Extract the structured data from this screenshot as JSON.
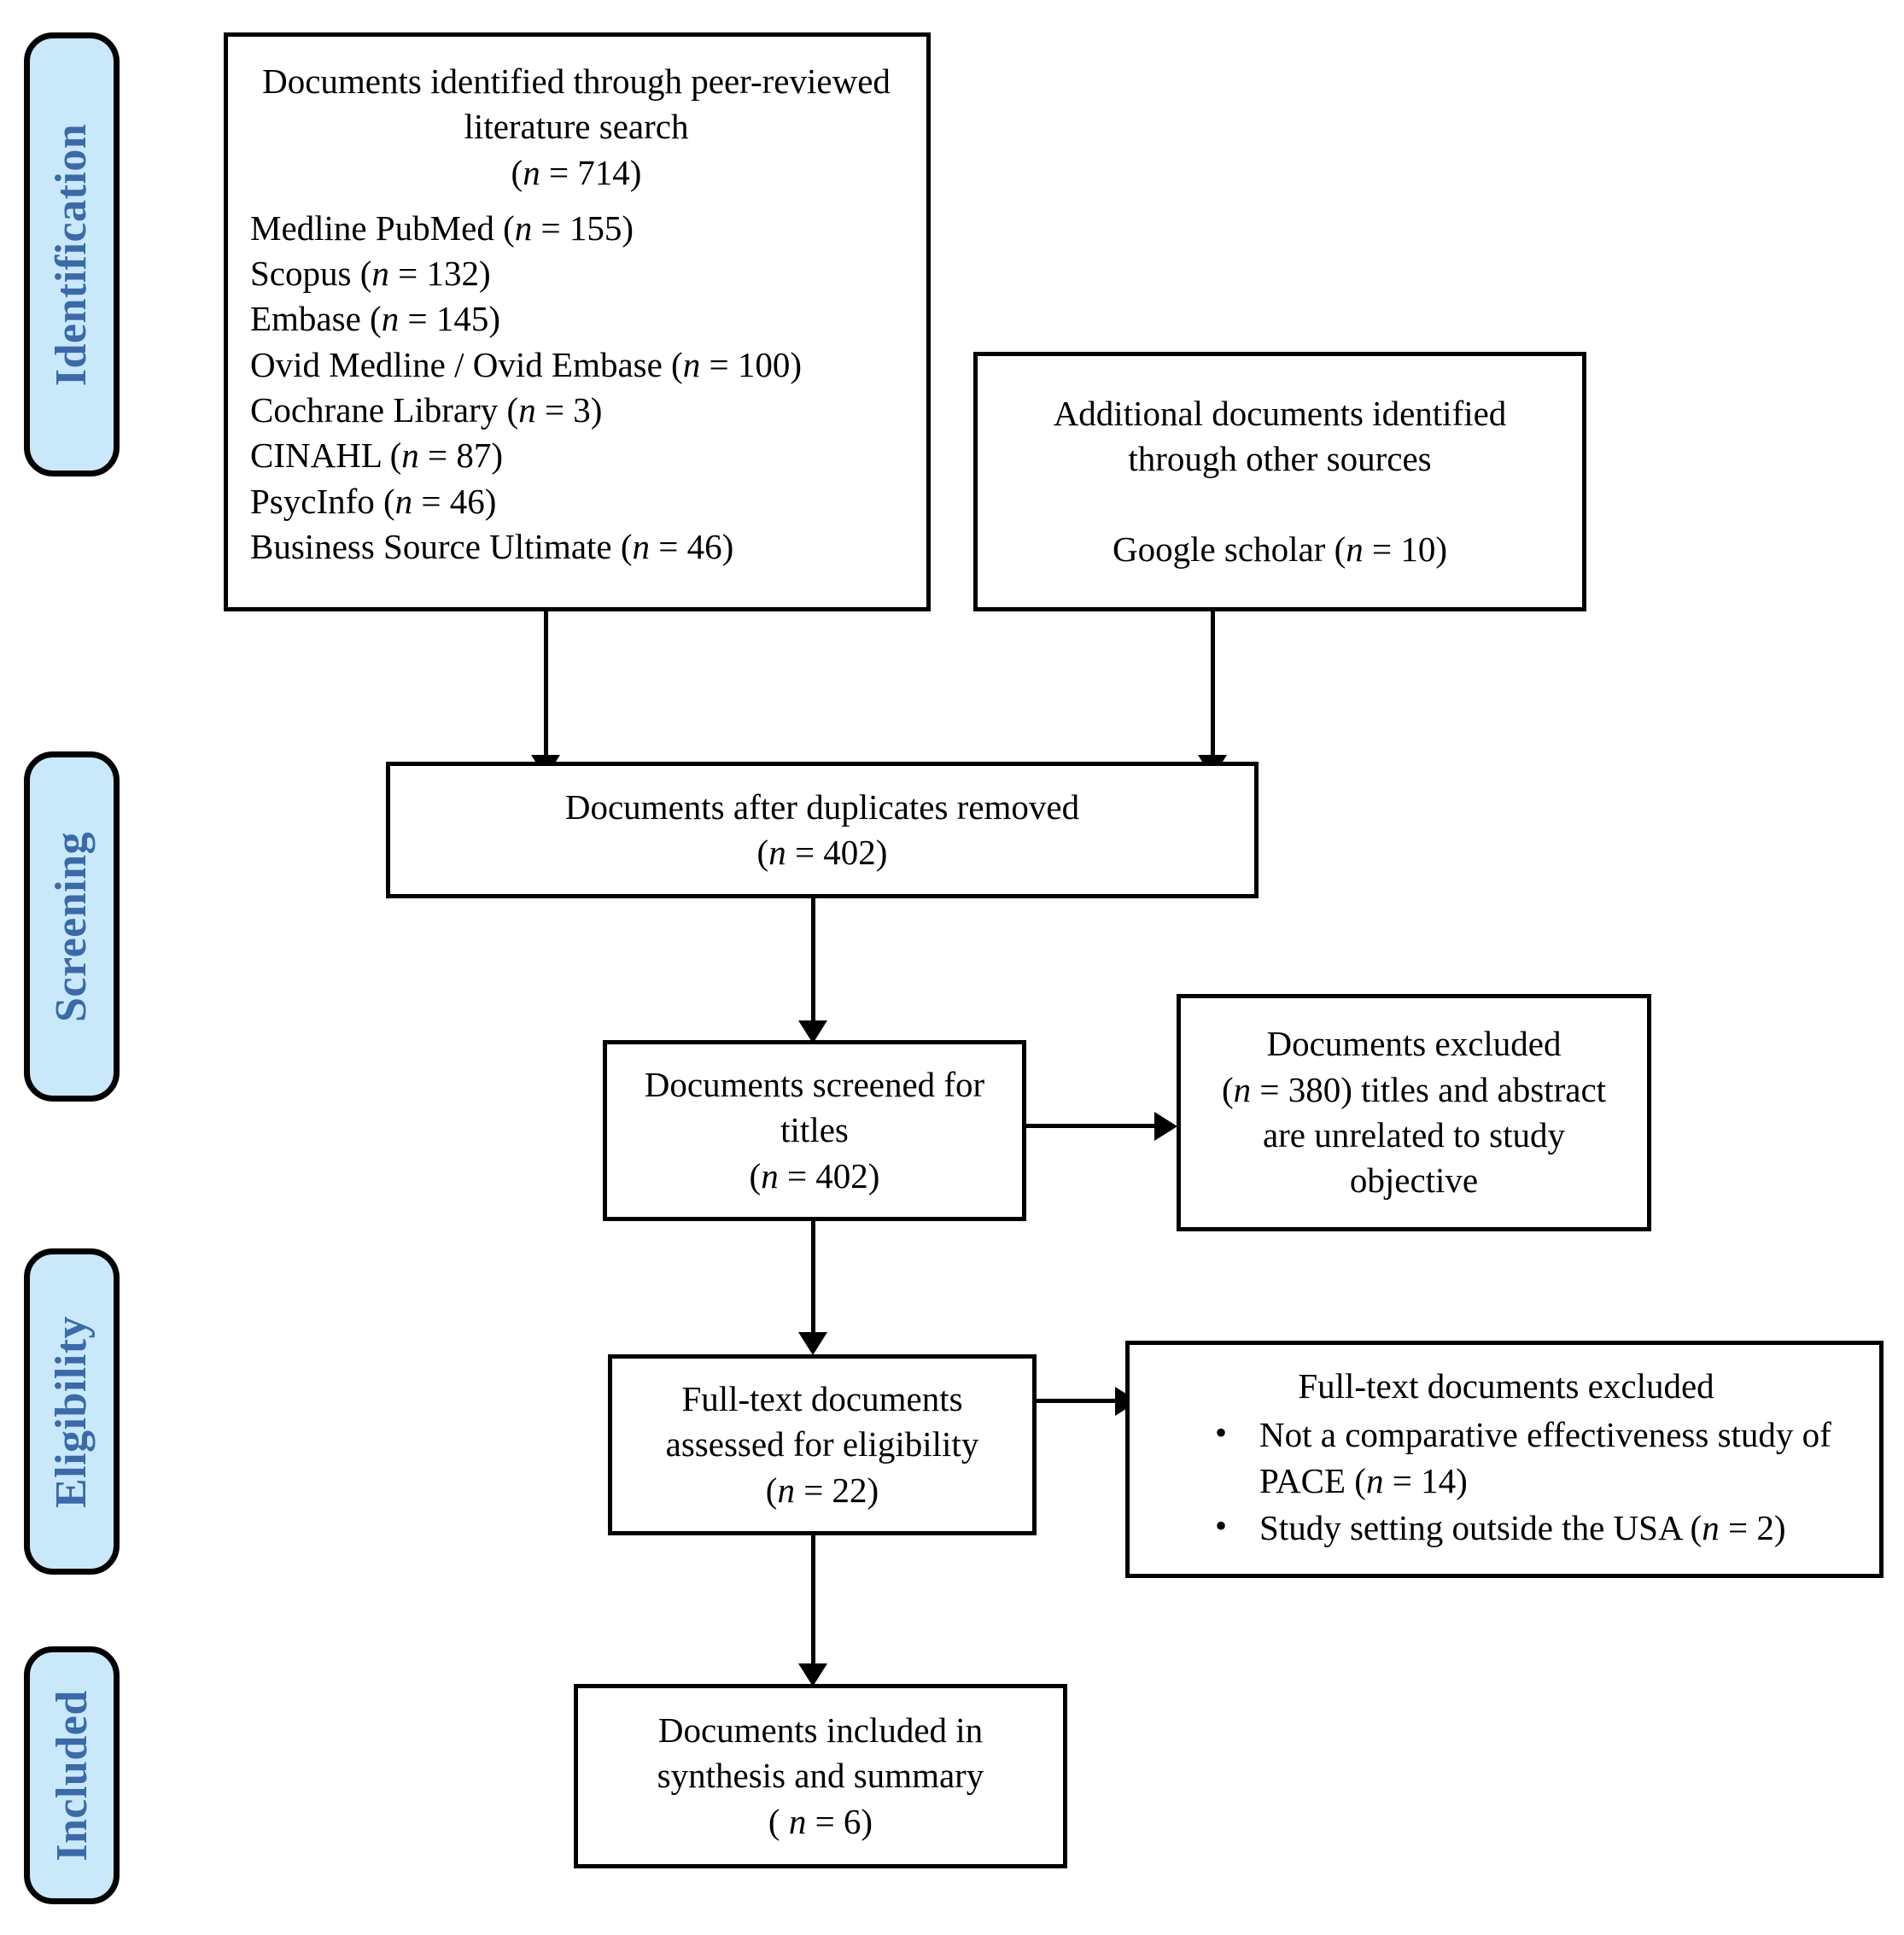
{
  "diagram": {
    "title": "PRISMA flow diagram",
    "accent_fill": "#c9e9fb",
    "accent_text": "#3a6aaa",
    "line_color": "#000000"
  },
  "stages": [
    {
      "id": "identification",
      "label": "Identification"
    },
    {
      "id": "screening",
      "label": "Screening"
    },
    {
      "id": "eligibility",
      "label": "Eligibility"
    },
    {
      "id": "included",
      "label": "Included"
    }
  ],
  "boxes": {
    "identified": {
      "heading_line1": "Documents identified through peer-reviewed",
      "heading_line2": "literature search",
      "heading_count": "(n = 714)",
      "sources": [
        "Medline PubMed (n = 155)",
        "Scopus (n = 132)",
        "Embase (n = 145)",
        "Ovid Medline / Ovid Embase (n = 100)",
        "Cochrane Library (n = 3)",
        "CINAHL (n = 87)",
        "PsycInfo (n = 46)",
        "Business Source Ultimate (n = 46)"
      ]
    },
    "additional": {
      "line1": "Additional documents identified",
      "line2": "through other sources",
      "line3": "Google scholar (n = 10)"
    },
    "duplicates_removed": {
      "line1": "Documents after duplicates removed",
      "line2": "(n = 402)"
    },
    "screened_titles": {
      "line1": "Documents screened for",
      "line2": "titles",
      "line3": "(n = 402)"
    },
    "excluded_titles": {
      "line1": "Documents excluded",
      "line2": "(n = 380) titles and abstract",
      "line3": "are unrelated to study",
      "line4": "objective"
    },
    "fulltext_assessed": {
      "line1": "Full-text documents",
      "line2": "assessed for eligibility",
      "line3": "(n = 22)"
    },
    "fulltext_excluded": {
      "heading": "Full-text documents excluded",
      "items": [
        "Not a comparative effectiveness study of PACE (n = 14)",
        "Study setting outside the USA (n = 2)"
      ]
    },
    "included_synthesis": {
      "line1": "Documents included in",
      "line2": "synthesis and summary",
      "line3": "( n = 6)"
    }
  },
  "counts": {
    "identified_total": 714,
    "medline_pubmed": 155,
    "scopus": 132,
    "embase": 145,
    "ovid": 100,
    "cochrane": 3,
    "cinahl": 87,
    "psycinfo": 46,
    "business_source_ultimate": 46,
    "google_scholar": 10,
    "after_duplicates": 402,
    "screened_titles": 402,
    "excluded_titles": 380,
    "fulltext_assessed": 22,
    "excluded_not_comparative_pace": 14,
    "excluded_outside_usa": 2,
    "included": 6
  }
}
